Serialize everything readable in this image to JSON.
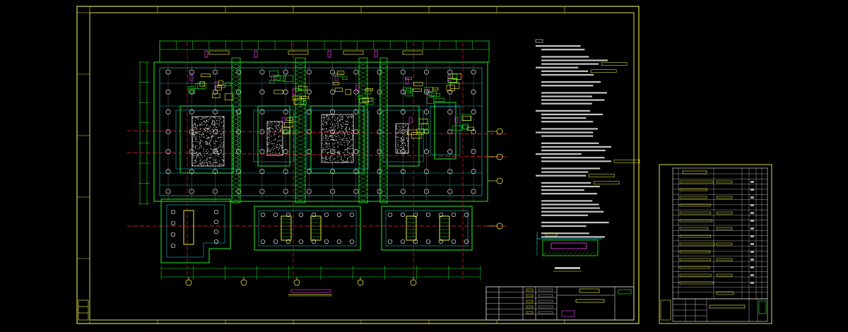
{
  "colors": {
    "background": "#000000",
    "border": "#d8d84a",
    "wall_green": "#22ee22",
    "axis_red": "#ff2b2b",
    "cyan": "#22dddd",
    "yellow": "#ffff44",
    "magenta": "#ff44ff",
    "white": "#e8e8e8",
    "grey": "#9a9a9a"
  },
  "icons": {
    "column_marker": "circle-icon",
    "axis_bubble": "axis-bubble-icon"
  },
  "drawing": {
    "plan_columns": 14,
    "plan_rows": 7,
    "bottom_axis_bubbles": 5,
    "right_axis_bubbles": 4
  }
}
